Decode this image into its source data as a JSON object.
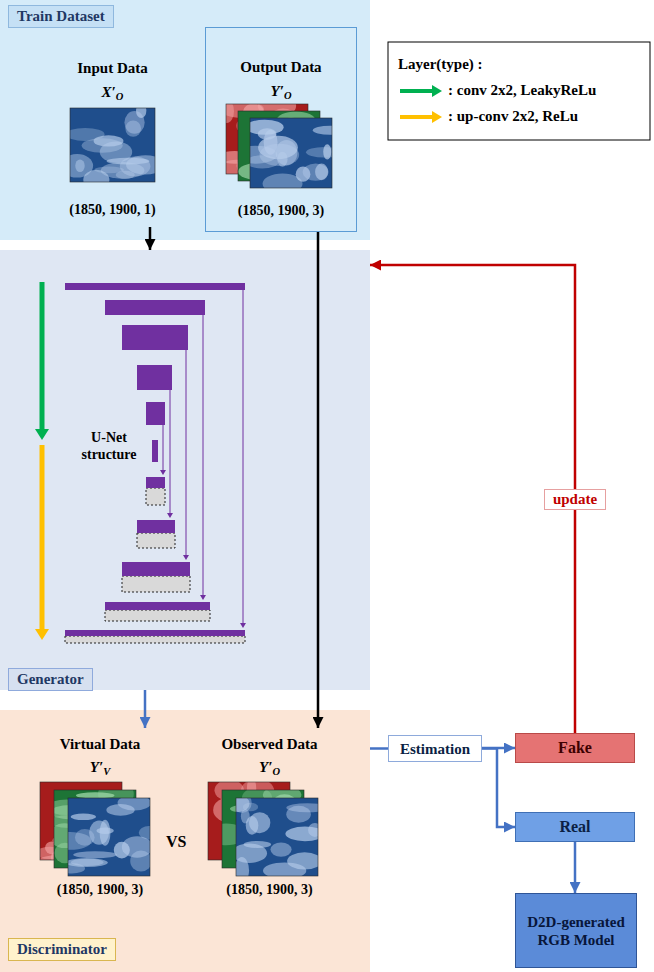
{
  "diagram": {
    "nodes": [
      {
        "text": [
          "Train Dataset"
        ]
      },
      {
        "text": [
          "Input Data",
          "X′O",
          "(1850, 1900, 1)"
        ],
        "in": 0
      },
      {
        "text": [
          "Output Data",
          "Y′O",
          "(1850, 1900, 3)"
        ],
        "in": 0
      },
      {
        "text": [
          "Generator"
        ]
      },
      {
        "text": [
          "Discriminator"
        ]
      },
      {
        "text": [
          "Virtual Data",
          "Y′V",
          "(1850, 1900, 3)"
        ],
        "in": 4
      },
      {
        "text": [
          "Observed Data",
          "Y′O",
          "(1850, 1900, 3)"
        ],
        "in": 4
      },
      {
        "text": [
          "Estimation"
        ]
      },
      {
        "text": [
          "Fake"
        ]
      },
      {
        "text": [
          "Real"
        ]
      },
      {
        "text": [
          "D2D-generated RGB Model"
        ]
      }
    ],
    "edges": [
      {
        "from": 1,
        "to": 3,
        "arrow": "to"
      },
      {
        "from": 2,
        "to": 6,
        "arrow": "to"
      },
      {
        "from": 3,
        "to": 5,
        "arrow": "to"
      },
      {
        "from": 4,
        "to": 7,
        "arrow": "none"
      },
      {
        "from": 7,
        "to": 8,
        "arrow": "to"
      },
      {
        "from": 7,
        "to": 9,
        "arrow": "to"
      },
      {
        "from": 8,
        "to": 3,
        "label": "update",
        "arrow": "to"
      },
      {
        "from": 9,
        "to": 10,
        "arrow": "to"
      }
    ],
    "labels": [
      "Layer(type) :",
      "U-Net structure",
      "VS"
    ],
    "legend": [
      {
        "text": ": conv 2x2, LeakyReLu"
      },
      {
        "text": ": up-conv 2x2, ReLu"
      }
    ]
  }
}
